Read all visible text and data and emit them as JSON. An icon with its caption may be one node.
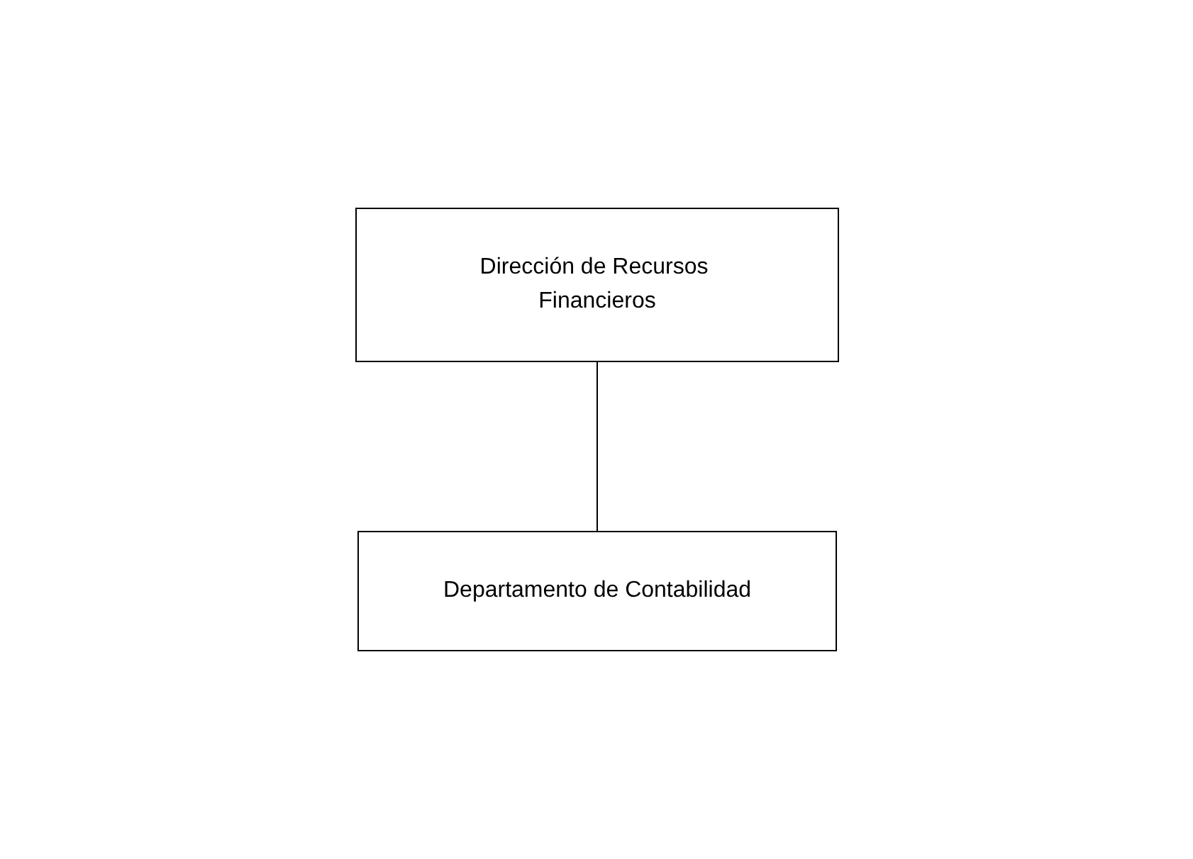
{
  "diagram": {
    "nodes": [
      {
        "text": [
          "Dirección de Recursos Financieros"
        ]
      },
      {
        "text": [
          "Departamento de Contabilidad"
        ]
      }
    ],
    "edges": [
      {
        "from": 0,
        "to": 1,
        "arrow": "none"
      }
    ]
  }
}
